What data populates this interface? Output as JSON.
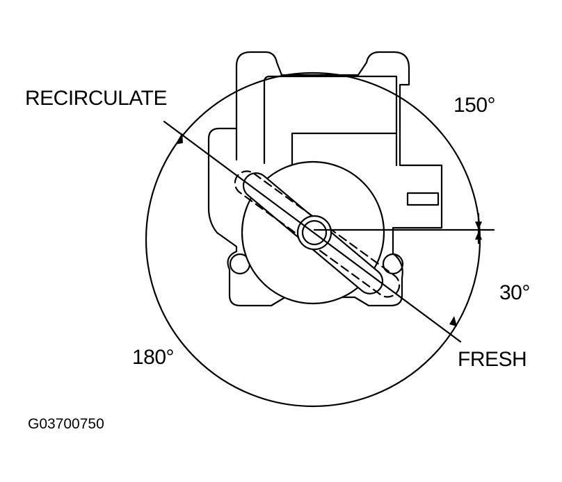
{
  "labels": {
    "recirculate": "RECIRCULATE",
    "fresh": "FRESH",
    "angle_150": "150°",
    "angle_30": "30°",
    "angle_180": "180°",
    "figure_code": "G03700750"
  },
  "colors": {
    "ink": "#000000",
    "background": "#ffffff"
  }
}
